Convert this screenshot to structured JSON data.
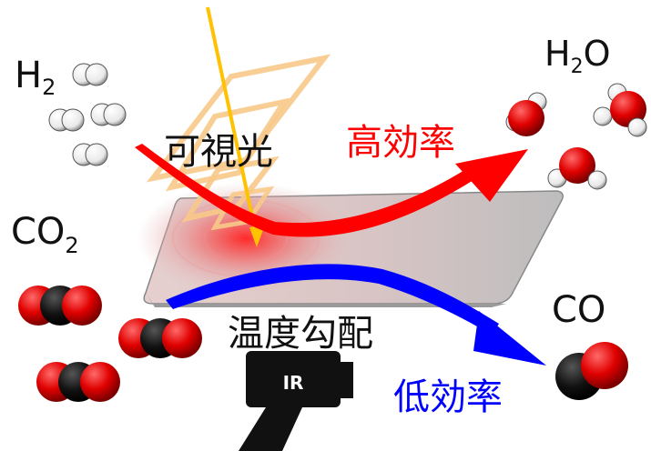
{
  "labels": {
    "h2": "H2",
    "co2": "CO2",
    "h2o": "H2O",
    "co": "CO",
    "visible_light": "可視光",
    "high_efficiency": "高効率",
    "low_efficiency": "低効率",
    "temperature_gradient": "温度勾配",
    "ir": "IR"
  },
  "colors": {
    "high_arrow": "#ff0000",
    "low_arrow": "#0000ff",
    "light_beam": "#ffc200",
    "light_frame": "#f5c27a",
    "oxygen": "#e00000",
    "carbon": "#111111",
    "hydrogen": "#ffffff",
    "substrate": "#c8c8c8"
  }
}
